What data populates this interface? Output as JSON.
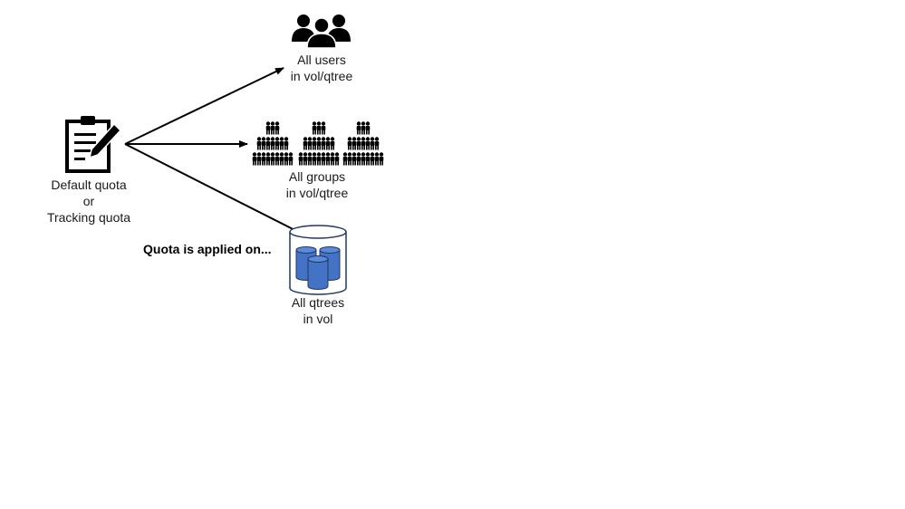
{
  "source": {
    "line1": "Default quota",
    "line2": "or",
    "line3": "Tracking quota",
    "icon": "clipboard-edit-icon"
  },
  "caption": "Quota is applied on...",
  "targets": [
    {
      "line1": "All users",
      "line2": "in vol/qtree",
      "icon": "users-group-icon"
    },
    {
      "line1": "All groups",
      "line2": "in vol/qtree",
      "icon": "groups-crowd-icon"
    },
    {
      "line1": "All qtrees",
      "line2": "in vol",
      "icon": "qtree-cylinders-icon"
    }
  ],
  "colors": {
    "ink": "#000000",
    "qtree_blue": "#4472c4",
    "qtree_outline": "#1f3864"
  }
}
